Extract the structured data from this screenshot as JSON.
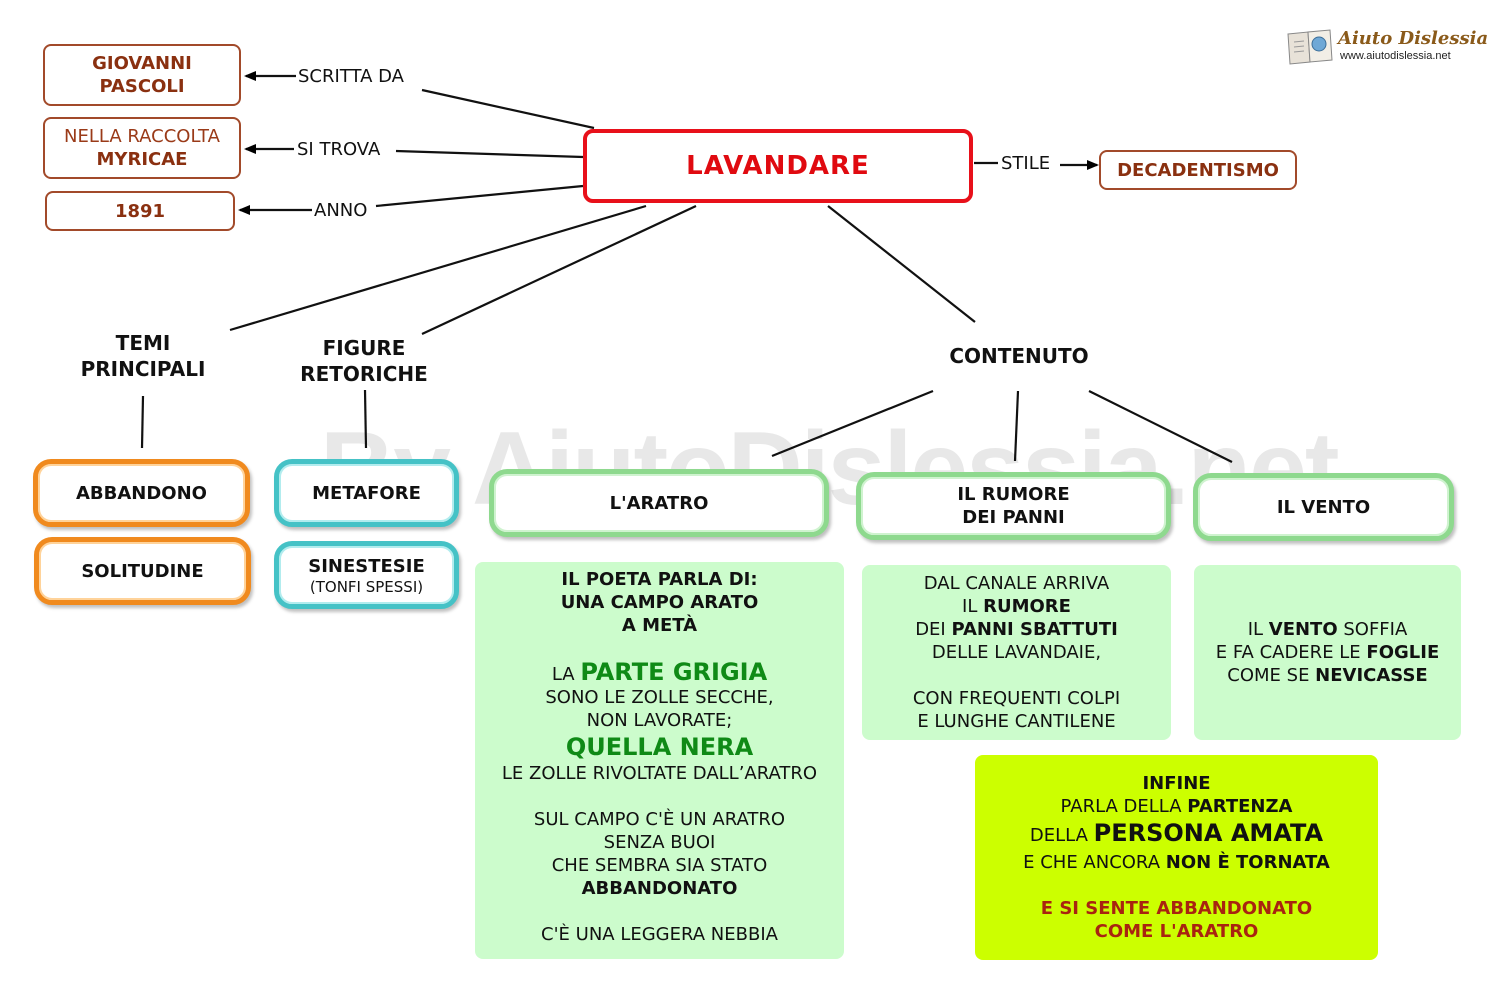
{
  "logo": {
    "title": "Aiuto Dislessia",
    "url": "www.aiutodislessia.net"
  },
  "watermark": "By AiutoDislessia.net",
  "main": "LAVANDARE",
  "author": {
    "line1": "GIOVANNI",
    "line2": "PASCOLI",
    "link": "SCRITTA DA"
  },
  "collection": {
    "line1": "NELLA RACCOLTA",
    "line2": "MYRICAE",
    "link": "SI TROVA"
  },
  "year": {
    "value": "1891",
    "link": "ANNO"
  },
  "style": {
    "value": "DECADENTISMO",
    "link": "STILE"
  },
  "headings": {
    "temi1": "TEMI",
    "temi2": "PRINCIPALI",
    "figure1": "FIGURE",
    "figure2": "RETORICHE",
    "contenuto": "CONTENUTO"
  },
  "temi": [
    "ABBANDONO",
    "SOLITUDINE"
  ],
  "figure": {
    "metafore": "METAFORE",
    "sinestesie": "SINESTESIE",
    "sinestesie_sub": "(TONFI SPESSI)"
  },
  "contenuto_items": {
    "aratro": "L'ARATRO",
    "rumore1": "IL RUMORE",
    "rumore2": "DEI PANNI",
    "vento": "IL VENTO"
  },
  "aratro_text": {
    "l1": "IL POETA PARLA DI:",
    "l2": "UNA CAMPO ARATO",
    "l3": "A METÀ",
    "l4a": "LA ",
    "l4b": "PARTE GRIGIA",
    "l5": "SONO LE ZOLLE SECCHE,",
    "l6": "NON LAVORATE;",
    "l7": "QUELLA NERA",
    "l8": "LE ZOLLE RIVOLTATE DALL’ARATRO",
    "l9": "SUL CAMPO C'È UN ARATRO",
    "l10": "SENZA BUOI",
    "l11": "CHE SEMBRA SIA STATO",
    "l12": "ABBANDONATO",
    "l13": "C'È UNA LEGGERA NEBBIA"
  },
  "rumore_text": {
    "l1": "DAL CANALE ARRIVA",
    "l2a": "IL ",
    "l2b": "RUMORE",
    "l3a": "DEI ",
    "l3b": "PANNI SBATTUTI",
    "l4": "DELLE LAVANDAIE,",
    "l5": "CON FREQUENTI COLPI",
    "l6": "E LUNGHE CANTILENE"
  },
  "vento_text": {
    "l1a": "IL ",
    "l1b": "VENTO",
    "l1c": " SOFFIA",
    "l2a": "E FA CADERE LE ",
    "l2b": "FOGLIE",
    "l3a": "COME SE ",
    "l3b": "NEVICASSE"
  },
  "infine_text": {
    "l1": "INFINE",
    "l2a": "PARLA DELLA ",
    "l2b": "PARTENZA",
    "l3a": "DELLA ",
    "l3b": "PERSONA AMATA",
    "l4a": "E CHE ANCORA ",
    "l4b": "NON È TORNATA",
    "l5": "E SI SENTE ABBANDONATO",
    "l6": "COME L'ARATRO"
  }
}
